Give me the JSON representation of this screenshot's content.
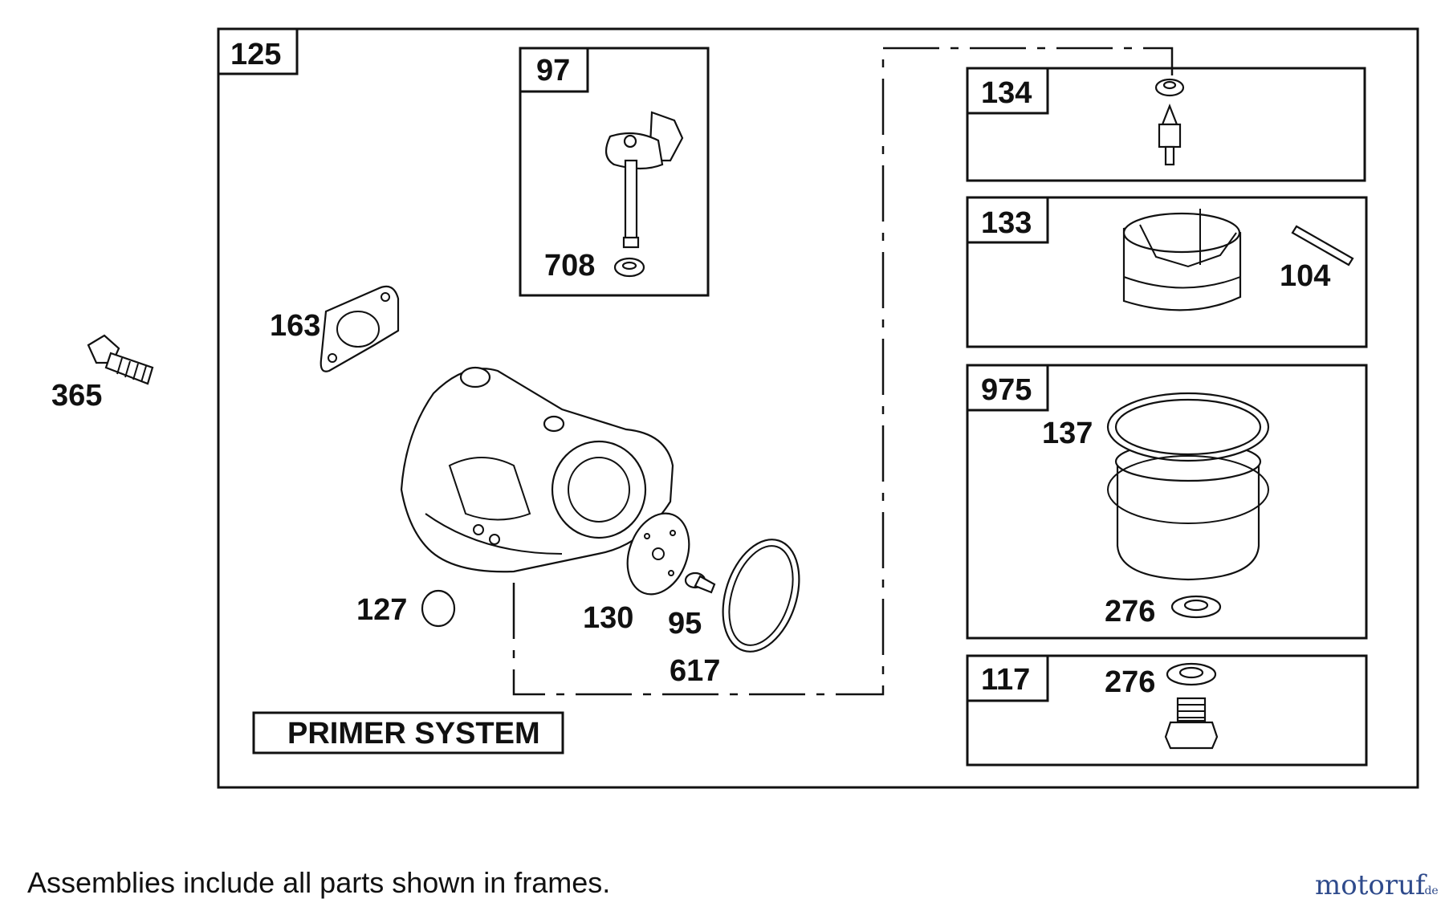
{
  "assemblies": {
    "main": {
      "number": "125",
      "title": "PRIMER SYSTEM"
    },
    "a97": {
      "number": "97"
    },
    "a134": {
      "number": "134"
    },
    "a133": {
      "number": "133"
    },
    "a975": {
      "number": "975"
    },
    "a117": {
      "number": "117"
    }
  },
  "parts": {
    "p365": "365",
    "p163": "163",
    "p708": "708",
    "p127": "127",
    "p130": "130",
    "p95": "95",
    "p617": "617",
    "p104": "104",
    "p137": "137",
    "p276a": "276",
    "p276b": "276"
  },
  "caption": "Assemblies include all parts shown in frames.",
  "watermark": {
    "brand": "motoruf",
    "suffix": ".de",
    "color": "#2f4b8c"
  }
}
